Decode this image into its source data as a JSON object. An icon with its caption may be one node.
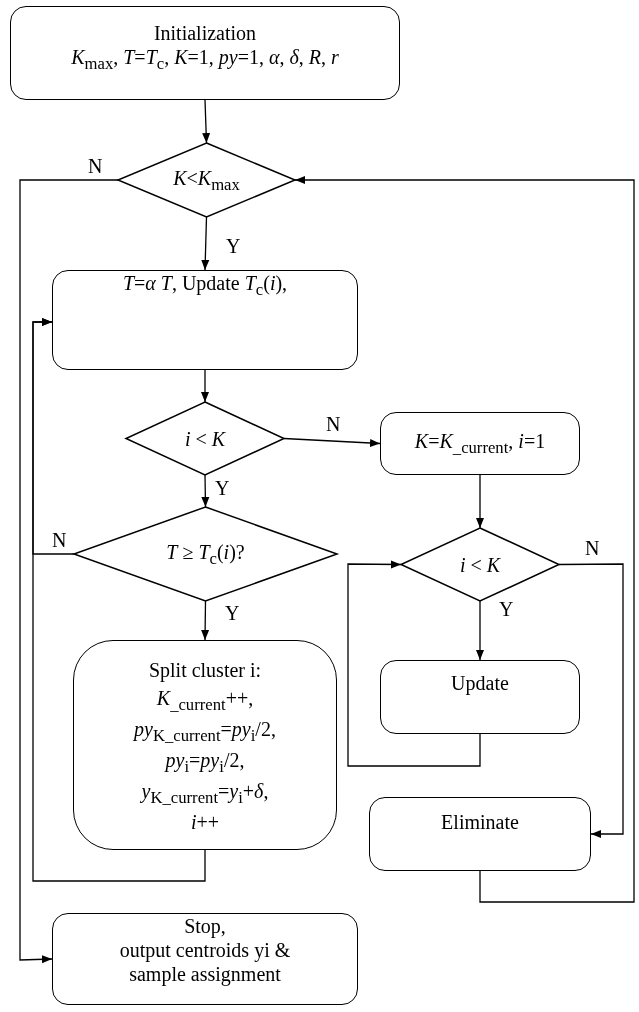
{
  "diagram": {
    "nodes": [
      {
        "text": [
          "Initialization",
          "*K*$_{max}$, *T*=*T*$_{c}$, *K*=1, *py*=1, *α*, *δ*, *R*, *r*"
        ]
      },
      {
        "text": [
          "*K*<*K*$_{max}$"
        ]
      },
      {
        "text": [
          "*T*=*α* *T*, Update *T*$_{c}$(*i*),"
        ]
      },
      {
        "text": [
          "*i* < *K*"
        ]
      },
      {
        "text": [
          "*K*=*K*$_{_current}$, *i*=1"
        ]
      },
      {
        "text": [
          "*T* ≥ *T*$_{c}$(*i*)?"
        ]
      },
      {
        "text": [
          "*i* < *K*"
        ]
      },
      {
        "text": [
          "Split cluster i:",
          "*K*$_{_current}$++,",
          "*py*$_{K_current}$=*py*$_{i}$/2,",
          "*py*$_{i}$=*py*$_{i}$/2,",
          "*y*$_{K_current}$=*y*$_{i}$+*δ*,",
          "*i*++"
        ]
      },
      {
        "text": [
          "Update"
        ]
      },
      {
        "text": [
          "Eliminate"
        ]
      },
      {
        "text": [
          "Stop,",
          "output centroids yi & sample assignment"
        ]
      }
    ],
    "edges": [
      {
        "from": 0,
        "to": 1,
        "arrow": "to"
      },
      {
        "from": 1,
        "to": 2,
        "arrow": "to",
        "label": "Y"
      },
      {
        "from": 1,
        "to": 10,
        "arrow": "to",
        "label": "N"
      },
      {
        "from": 2,
        "to": 3,
        "arrow": "to"
      },
      {
        "from": 3,
        "to": 4,
        "arrow": "to",
        "label": "N"
      },
      {
        "from": 3,
        "to": 5,
        "arrow": "to",
        "label": "Y"
      },
      {
        "from": 5,
        "to": 2,
        "arrow": "to",
        "label": "N"
      },
      {
        "from": 5,
        "to": 7,
        "arrow": "to",
        "label": "Y"
      },
      {
        "from": 7,
        "to": 2,
        "arrow": "to"
      },
      {
        "from": 4,
        "to": 6,
        "arrow": "to"
      },
      {
        "from": 6,
        "to": 8,
        "arrow": "to",
        "label": "Y"
      },
      {
        "from": 8,
        "to": 6,
        "arrow": "to"
      },
      {
        "from": 6,
        "to": 9,
        "arrow": "to",
        "label": "N"
      },
      {
        "from": 9,
        "to": 1,
        "arrow": "to"
      }
    ]
  }
}
